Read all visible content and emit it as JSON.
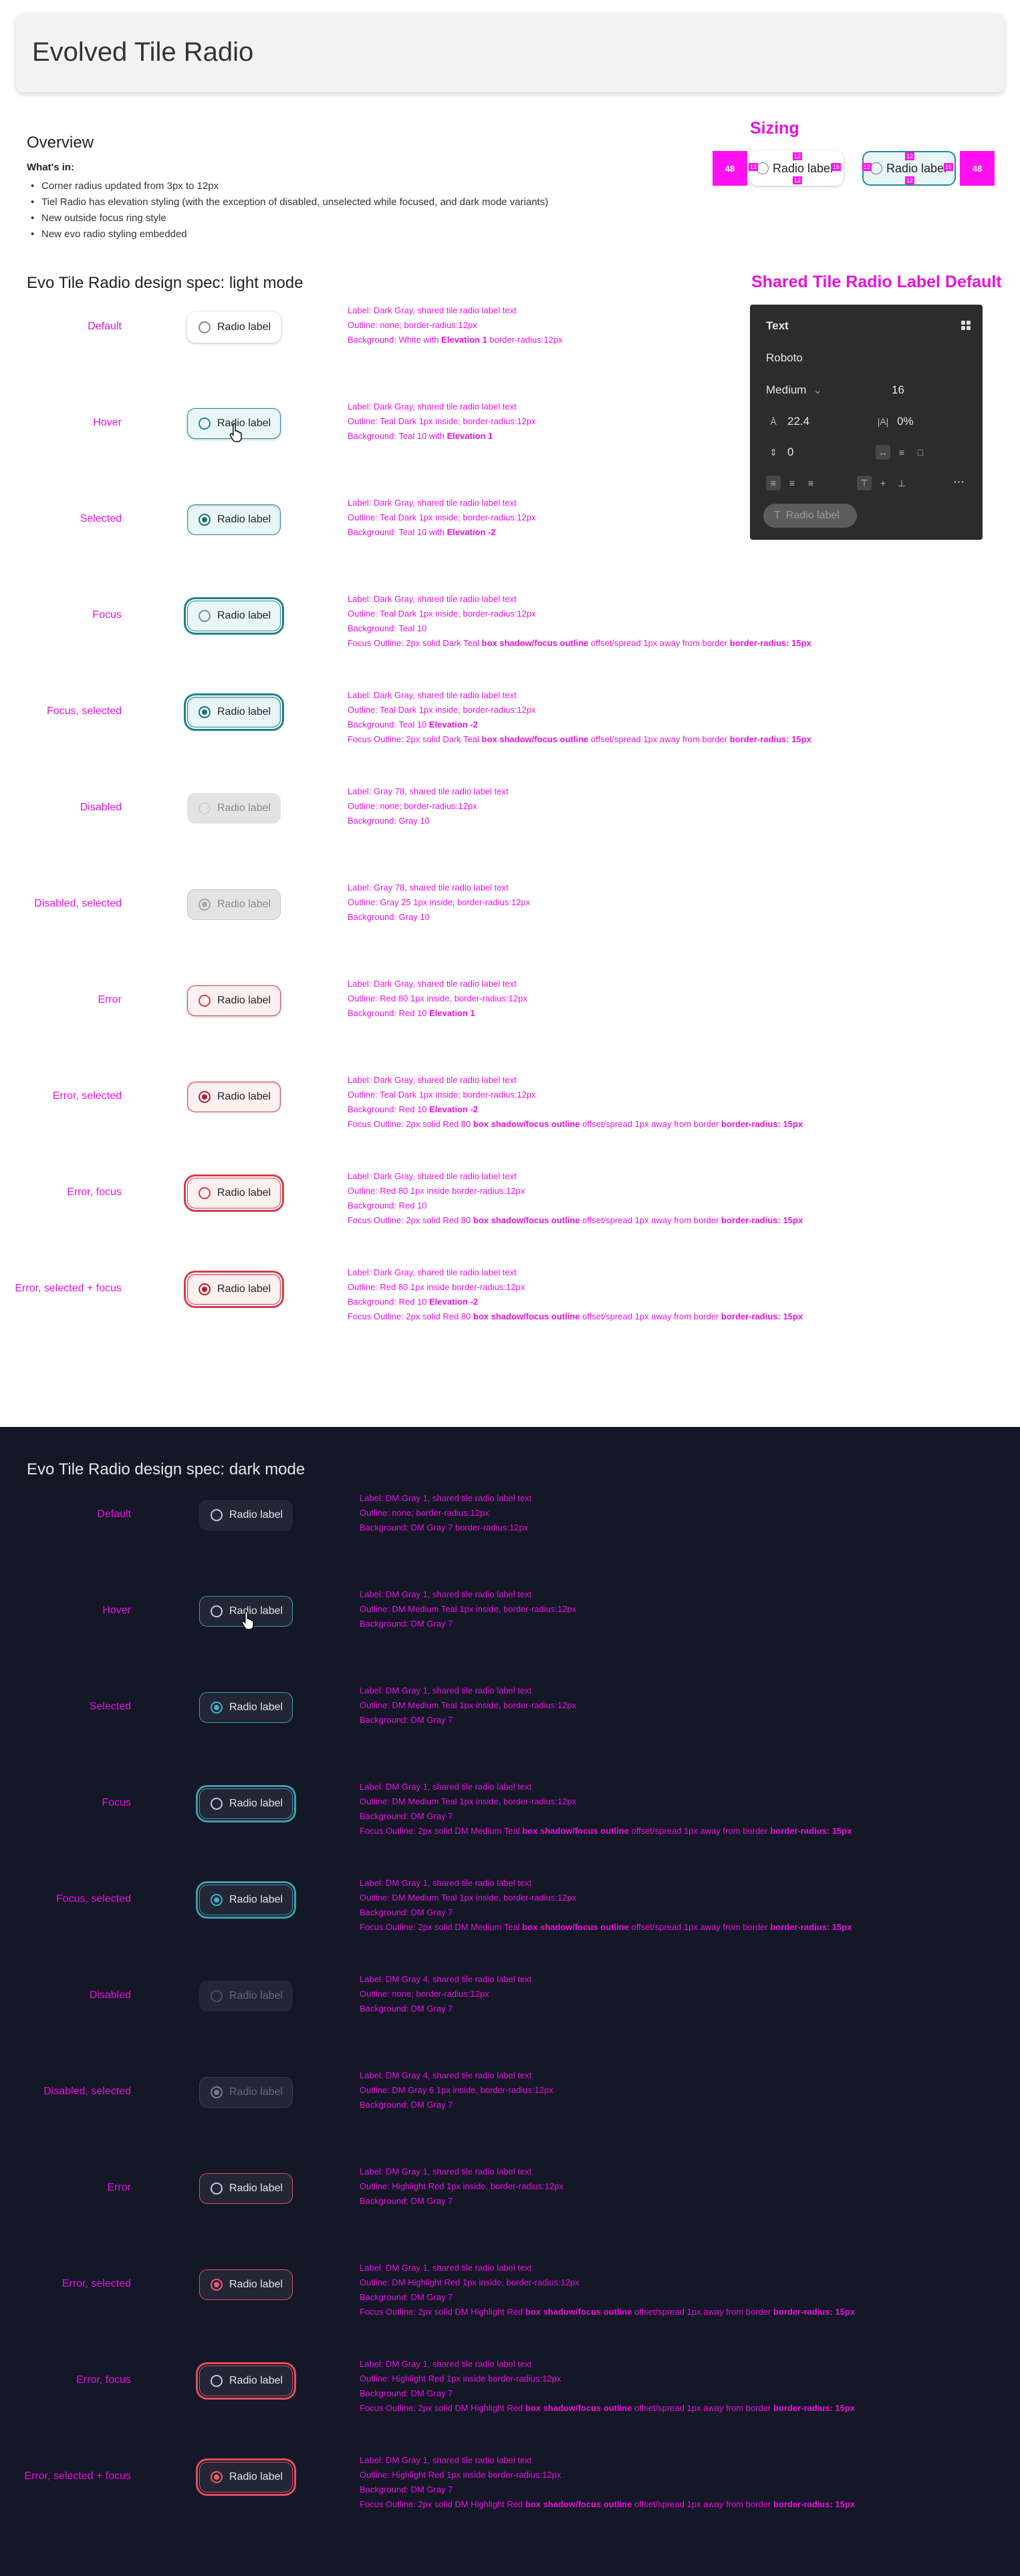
{
  "header": {
    "title": "Evolved Tile Radio"
  },
  "overview": {
    "title": "Overview",
    "whats_in": "What's in:",
    "items": [
      "Corner radius updated from 3px to 12px",
      "Tiel Radio has elevation styling (with the exception of disabled, unselected while focused, and dark mode variants)",
      "New outside focus ring style",
      "New evo radio styling embedded"
    ]
  },
  "sizing": {
    "title": "Sizing",
    "pad_left": "48",
    "pad_right": "48",
    "tile_label": "Radio label",
    "tag_small": "12",
    "tag_side": "16"
  },
  "light": {
    "title": "Evo Tile Radio design spec: light mode",
    "tile_label": "Radio label",
    "rows": [
      {
        "label": "Default",
        "spec": [
          "Label: Dark Gray, shared tile radio label text",
          "Outline: none; border-radius:12px",
          "Background: White with |Elevation 1| border-radius:12px"
        ]
      },
      {
        "label": "Hover",
        "spec": [
          "Label: Dark Gray, shared tile radio label text",
          "Outline: Teal Dark 1px inside; border-radius:12px",
          "Background: Teal 10 with |Elevation 1|"
        ]
      },
      {
        "label": "Selected",
        "spec": [
          "Label: Dark Gray, shared tile radio label text",
          "Outline: Teal Dark 1px inside; border-radius:12px",
          "Background: Teal 10 with |Elevation -2|"
        ]
      },
      {
        "label": "Focus",
        "spec": [
          "Label: Dark Gray, shared tile radio label text",
          "Outline: Teal Dark 1px inside; border-radius:12px",
          "Background: Teal 10",
          "Focus Outline: 2px solid Dark Teal | box shadow/focus outline | offset/spread 1px away from border | border-radius: 15px"
        ]
      },
      {
        "label": "Focus, selected",
        "spec": [
          "Label: Dark Gray, shared tile radio label text",
          "Outline: Teal Dark 1px inside; border-radius:12px",
          "Background: Teal 10 |Elevation -2|",
          "Focus Outline: 2px solid Dark Teal | box shadow/focus outline | offset/spread 1px away from border | border-radius: 15px"
        ]
      },
      {
        "label": "Disabled",
        "spec": [
          "Label: Gray 78, shared tile radio label text",
          "Outline: none; border-radius:12px",
          "Background: Gray 10"
        ]
      },
      {
        "label": "Disabled, selected",
        "spec": [
          "Label: Gray 78, shared tile radio label text",
          "Outline: Gray 25 1px inside; border-radius:12px",
          "Background: Gray 10"
        ]
      },
      {
        "label": "Error",
        "spec": [
          "Label: Dark Gray, shared tile radio label text",
          "Outline: Red 80 1px inside, border-radius:12px",
          "Background: Red 10 |Elevation 1|"
        ]
      },
      {
        "label": "Error, selected",
        "spec": [
          "Label: Dark Gray, shared tile radio label text",
          "Outline: Teal Dark 1px inside; border-radius:12px",
          "Background: Red 10 |Elevation -2|",
          "Focus Outline: 2px solid Red 80 | box shadow/focus outline | offset/spread 1px away from border | border-radius: 15px"
        ]
      },
      {
        "label": "Error, focus",
        "spec": [
          "Label: Dark Gray, shared tile radio label text",
          "Outline: Red 80 1px inside border-radius:12px",
          "Background: Red 10",
          "Focus Outline: 2px solid Red 80 | box shadow/focus outline | offset/spread 1px away from border | border-radius: 15px"
        ]
      },
      {
        "label": "Error, selected + focus",
        "spec": [
          "Label: Dark Gray, shared tile radio label text",
          "Outline: Red 80 1px inside border-radius:12px",
          "Background: Red 10 |Elevation -2|",
          "Focus Outline: 2px solid Red 80 | box shadow/focus outline | offset/spread 1px away from border | border-radius: 15px"
        ]
      }
    ]
  },
  "shared": {
    "title": "Shared Tile Radio Label Default",
    "panel_title": "Text",
    "font": "Roboto",
    "weight": "Medium",
    "size": "16",
    "line_height": "22.4",
    "letter_spacing": "0%",
    "paragraph": "0",
    "preview_label": "Radio label"
  },
  "dark": {
    "title": "Evo Tile Radio design spec: dark mode",
    "tile_label": "Radio label",
    "rows": [
      {
        "label": "Default",
        "spec": [
          "Label: DM Gray 1, shared tile radio label text",
          "Outline: none; border-radius:12px",
          "Background: DM Gray 7 border-radius:12px"
        ]
      },
      {
        "label": "Hover",
        "spec": [
          "Label: DM Gray 1, shared tile radio label text",
          "Outline: DM Medium Teal 1px inside, border-radius:12px",
          "Background: DM Gray 7"
        ]
      },
      {
        "label": "Selected",
        "spec": [
          "Label:  DM Gray 1, shared tile radio label text",
          "Outline: DM Medium Teal 1px inside, border-radius:12px",
          "Background: DM Gray 7"
        ]
      },
      {
        "label": "Focus",
        "spec": [
          "Label: DM Gray 1, shared tile radio label text",
          "Outline: DM Medium Teal 1px inside, border-radius:12px",
          "Background: DM Gray 7",
          "Focus Outline: 2px solid DM Medium Teal | box shadow/focus outline | offset/spread 1px away from border | border-radius: 15px"
        ]
      },
      {
        "label": "Focus, selected",
        "spec": [
          "Label: DM Gray 1, shared tile radio label text",
          "Outline: DM Medium Teal 1px inside, border-radius:12px",
          "Background: DM Gray 7",
          "Focus Outline: 2px solid DM Medium Teal | box shadow/focus outline | offset/spread 1px away from border | border-radius: 15px"
        ]
      },
      {
        "label": "Disabled",
        "spec": [
          "Label: DM Gray 4, shared tile radio label text",
          "Outline: none; border-radius:12px",
          "Background: DM Gray 7"
        ]
      },
      {
        "label": "Disabled, selected",
        "spec": [
          "Label: DM Gray 4, shared tile radio label text",
          "Outline: DM Gray 6 1px inside, border-radius:12px",
          "Background: DM Gray 7"
        ]
      },
      {
        "label": "Error",
        "spec": [
          "Label: DM Gray 1, shared tile radio label text",
          "Outline: Highlight Red 1px inside, border-radius:12px",
          "Background: DM Gray 7"
        ]
      },
      {
        "label": "Error, selected",
        "spec": [
          "Label: DM Gray 1, shared tile radio label text",
          "Outline: DM Highlight Red 1px inside, border-radius:12px",
          "Background: DM Gray 7",
          "Focus Outline: 2px solid DM Highlight Red | box shadow/focus outline | offset/spread 1px away from border | border-radius: 15px"
        ]
      },
      {
        "label": "Error, focus",
        "spec": [
          "Label: DM Gray 1, shared tile radio label text",
          "Outline: Highlight Red 1px inside border-radius:12px",
          "Background: DM Gray 7",
          "Focus Outline: 2px solid DM Highlight Red | box shadow/focus outline | offset/spread 1px away from border | border-radius: 15px"
        ]
      },
      {
        "label": "Error, selected + focus",
        "spec": [
          "Label: DM Gray 1, shared tile radio label text",
          "Outline: Highlight Red 1px inside border-radius:12px",
          "Background: DM Gray 7",
          "Focus Outline: 2px solid DM Highlight Red | box shadow/focus outline | offset/spread 1px away from border | border-radius: 15px"
        ]
      }
    ]
  },
  "colors": {
    "annotation": "#ea10e0",
    "teal": "#1f8a96",
    "red": "#d43c4b",
    "dark_bg": "#141726"
  }
}
